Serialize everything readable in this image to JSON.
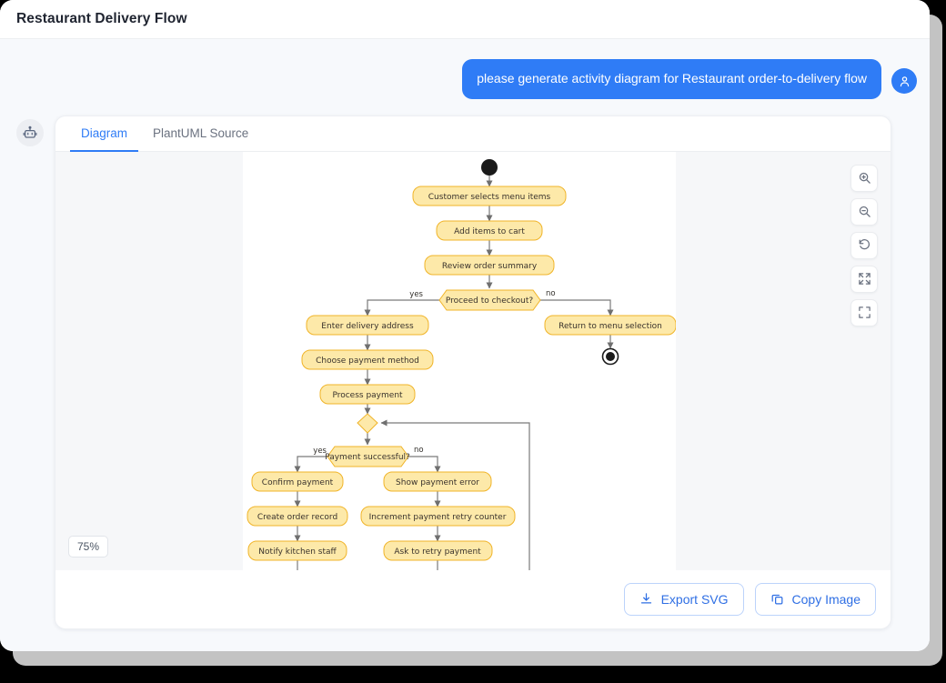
{
  "window": {
    "title": "Restaurant Delivery Flow"
  },
  "conversation": {
    "user_avatar_icon": "user-icon",
    "assistant_avatar_icon": "robot-icon",
    "user_message": "please generate activity diagram for Restaurant order-to-delivery flow"
  },
  "card": {
    "tabs": [
      {
        "label": "Diagram",
        "active": true
      },
      {
        "label": "PlantUML Source",
        "active": false
      }
    ],
    "zoom_level": "75%",
    "zoom_controls": [
      {
        "name": "zoom-in-icon",
        "title": "Zoom in"
      },
      {
        "name": "zoom-out-icon",
        "title": "Zoom out"
      },
      {
        "name": "reset-icon",
        "title": "Reset"
      },
      {
        "name": "fit-screen-icon",
        "title": "Fit to screen"
      },
      {
        "name": "fullscreen-icon",
        "title": "Fullscreen"
      }
    ],
    "footer_buttons": [
      {
        "label": "Export SVG",
        "icon": "download-icon"
      },
      {
        "label": "Copy Image",
        "icon": "copy-icon"
      }
    ]
  },
  "chart_data": {
    "type": "diagram",
    "diagram_kind": "uml-activity",
    "title": "Restaurant order-to-delivery flow",
    "colors": {
      "node_fill": "#fde9a9",
      "node_stroke": "#f0b429",
      "edge": "#7a7a7a",
      "terminal": "#1a1a1a"
    },
    "nodes": [
      {
        "id": "start",
        "type": "start",
        "label": ""
      },
      {
        "id": "a1",
        "type": "action",
        "label": "Customer selects menu items"
      },
      {
        "id": "a2",
        "type": "action",
        "label": "Add items to cart"
      },
      {
        "id": "a3",
        "type": "action",
        "label": "Review order summary"
      },
      {
        "id": "d1",
        "type": "decision",
        "label": "Proceed to checkout?"
      },
      {
        "id": "a4",
        "type": "action",
        "label": "Enter delivery address"
      },
      {
        "id": "a5",
        "type": "action",
        "label": "Choose payment method"
      },
      {
        "id": "a6",
        "type": "action",
        "label": "Process payment"
      },
      {
        "id": "m1",
        "type": "merge",
        "label": ""
      },
      {
        "id": "d2",
        "type": "decision",
        "label": "Payment successful?"
      },
      {
        "id": "a7",
        "type": "action",
        "label": "Confirm payment"
      },
      {
        "id": "a8",
        "type": "action",
        "label": "Create order record"
      },
      {
        "id": "a9",
        "type": "action",
        "label": "Notify kitchen staff"
      },
      {
        "id": "a10",
        "type": "action",
        "label": "Show payment error"
      },
      {
        "id": "a11",
        "type": "action",
        "label": "Increment payment retry counter"
      },
      {
        "id": "a12",
        "type": "action",
        "label": "Ask to retry payment"
      },
      {
        "id": "a13",
        "type": "action",
        "label": "Return to menu selection"
      },
      {
        "id": "end1",
        "type": "end",
        "label": ""
      }
    ],
    "edges": [
      {
        "from": "start",
        "to": "a1",
        "label": ""
      },
      {
        "from": "a1",
        "to": "a2",
        "label": ""
      },
      {
        "from": "a2",
        "to": "a3",
        "label": ""
      },
      {
        "from": "a3",
        "to": "d1",
        "label": ""
      },
      {
        "from": "d1",
        "to": "a4",
        "label": "yes"
      },
      {
        "from": "d1",
        "to": "a13",
        "label": "no"
      },
      {
        "from": "a13",
        "to": "end1",
        "label": ""
      },
      {
        "from": "a4",
        "to": "a5",
        "label": ""
      },
      {
        "from": "a5",
        "to": "a6",
        "label": ""
      },
      {
        "from": "a6",
        "to": "m1",
        "label": ""
      },
      {
        "from": "m1",
        "to": "d2",
        "label": ""
      },
      {
        "from": "d2",
        "to": "a7",
        "label": "yes"
      },
      {
        "from": "d2",
        "to": "a10",
        "label": "no"
      },
      {
        "from": "a7",
        "to": "a8",
        "label": ""
      },
      {
        "from": "a8",
        "to": "a9",
        "label": ""
      },
      {
        "from": "a10",
        "to": "a11",
        "label": ""
      },
      {
        "from": "a11",
        "to": "a12",
        "label": ""
      },
      {
        "from": "a12",
        "to": "m1",
        "label": ""
      }
    ],
    "edge_labels": [
      "yes",
      "no",
      "yes",
      "no"
    ]
  }
}
